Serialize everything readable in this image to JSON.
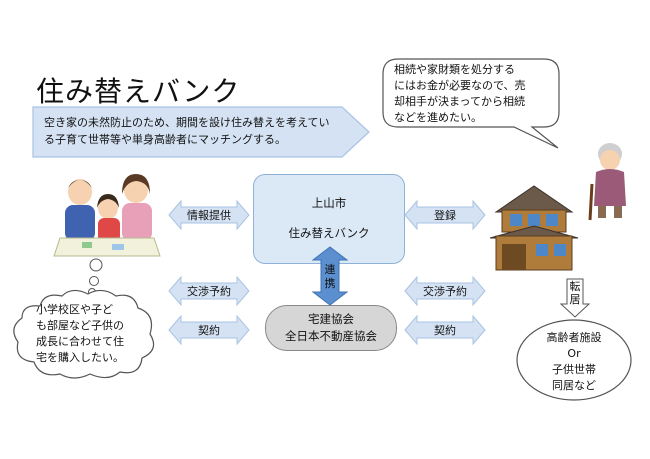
{
  "title": "住み替えバンク",
  "summary": {
    "line1": "空き家の未然防止のため、期間を設け住み替えを考えてい",
    "line2": "る子育て世帯等や単身高齢者にマッチングする。"
  },
  "center": {
    "line1": "上山市",
    "line2": "住み替えバンク"
  },
  "association": {
    "line1": "宅建協会",
    "line2": "全日本不動産協会"
  },
  "arrows": {
    "info": "情報提供",
    "register": "登録",
    "negotiate_left": "交渉予約",
    "contract_left": "契約",
    "negotiate_right": "交渉予約",
    "contract_right": "契約",
    "cooperation": [
      "連",
      "携"
    ],
    "relocation": [
      "転",
      "居"
    ]
  },
  "family_thought": {
    "lines": [
      "小学校区や子ど",
      "も部屋など子供の",
      "成長に合わせて住",
      "宅を購入したい。"
    ]
  },
  "elder_thought": {
    "lines": [
      "相続や家財類を処分する",
      "にはお金が必要なので、売",
      "却相手が決まってから相続",
      "などを進めたい。"
    ]
  },
  "destination": {
    "lines": [
      "高齢者施設",
      "Or",
      "子供世帯",
      "同居など"
    ]
  },
  "colors": {
    "arrow_fill": "#d4e2f3",
    "arrow_stroke": "#a9c3e3",
    "coop_arrow": "#5b8fcf",
    "center_fill": "#dbe8f6",
    "assoc_fill": "#d6d6d6"
  },
  "icons": [
    "family-illustration",
    "house-illustration",
    "elderly-woman-illustration"
  ]
}
